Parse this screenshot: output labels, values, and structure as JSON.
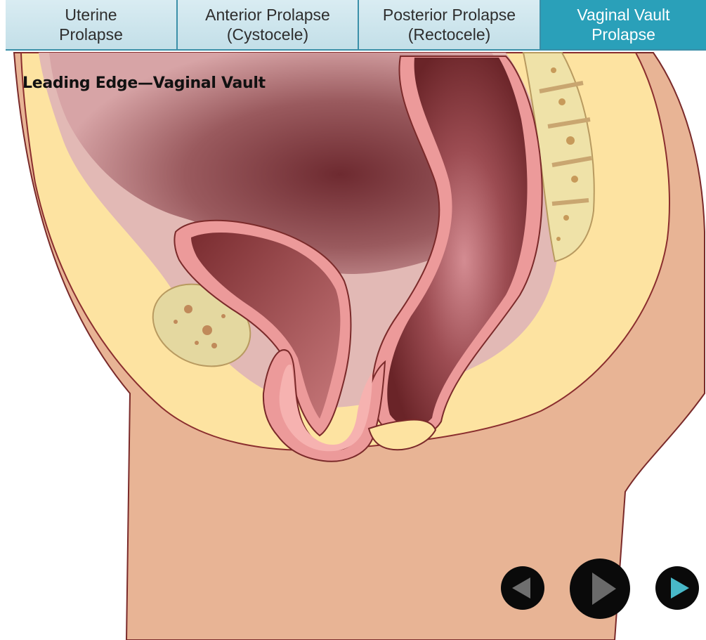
{
  "tabs": [
    {
      "label": "Uterine\nProlapse",
      "active": false
    },
    {
      "label": "Anterior Prolapse\n(Cystocele)",
      "active": false
    },
    {
      "label": "Posterior Prolapse\n(Rectocele)",
      "active": false
    },
    {
      "label": "Vaginal Vault\nProlapse",
      "active": true
    }
  ],
  "caption": "Leading Edge—Vaginal Vault",
  "controls": {
    "previous_icon": "triangle-left-icon",
    "play_icon": "play-icon",
    "next_icon": "triangle-right-icon"
  },
  "colors": {
    "tab_inactive": "#cfe6ee",
    "tab_active": "#2aa0b9",
    "skin": "#e8b495",
    "fat": "#fde3a1",
    "organ_dark": "#6e2a30",
    "organ_wall": "#ec9a9a",
    "next_accent": "#48b8c8"
  }
}
